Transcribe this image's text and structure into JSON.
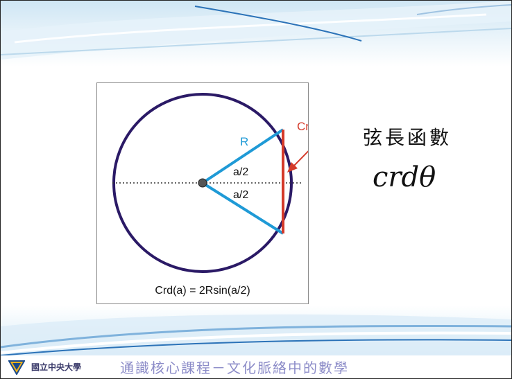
{
  "diagram": {
    "radius_label": "R",
    "chord_label": "Crd(a)",
    "half_angle_top": "a/2",
    "half_angle_bottom": "a/2",
    "formula": "Crd(a) = 2Rsin(a/2)",
    "colors": {
      "circle": "#2b1a66",
      "radius": "#1f9ad6",
      "chord": "#d43a2a",
      "arrow": "#d43a2a",
      "label_text": "#111111"
    }
  },
  "side": {
    "title": "弦長函數",
    "formula": "crdθ"
  },
  "footer": {
    "org": "國立中央大學",
    "course": "通識核心課程－文化脈絡中的數學"
  }
}
